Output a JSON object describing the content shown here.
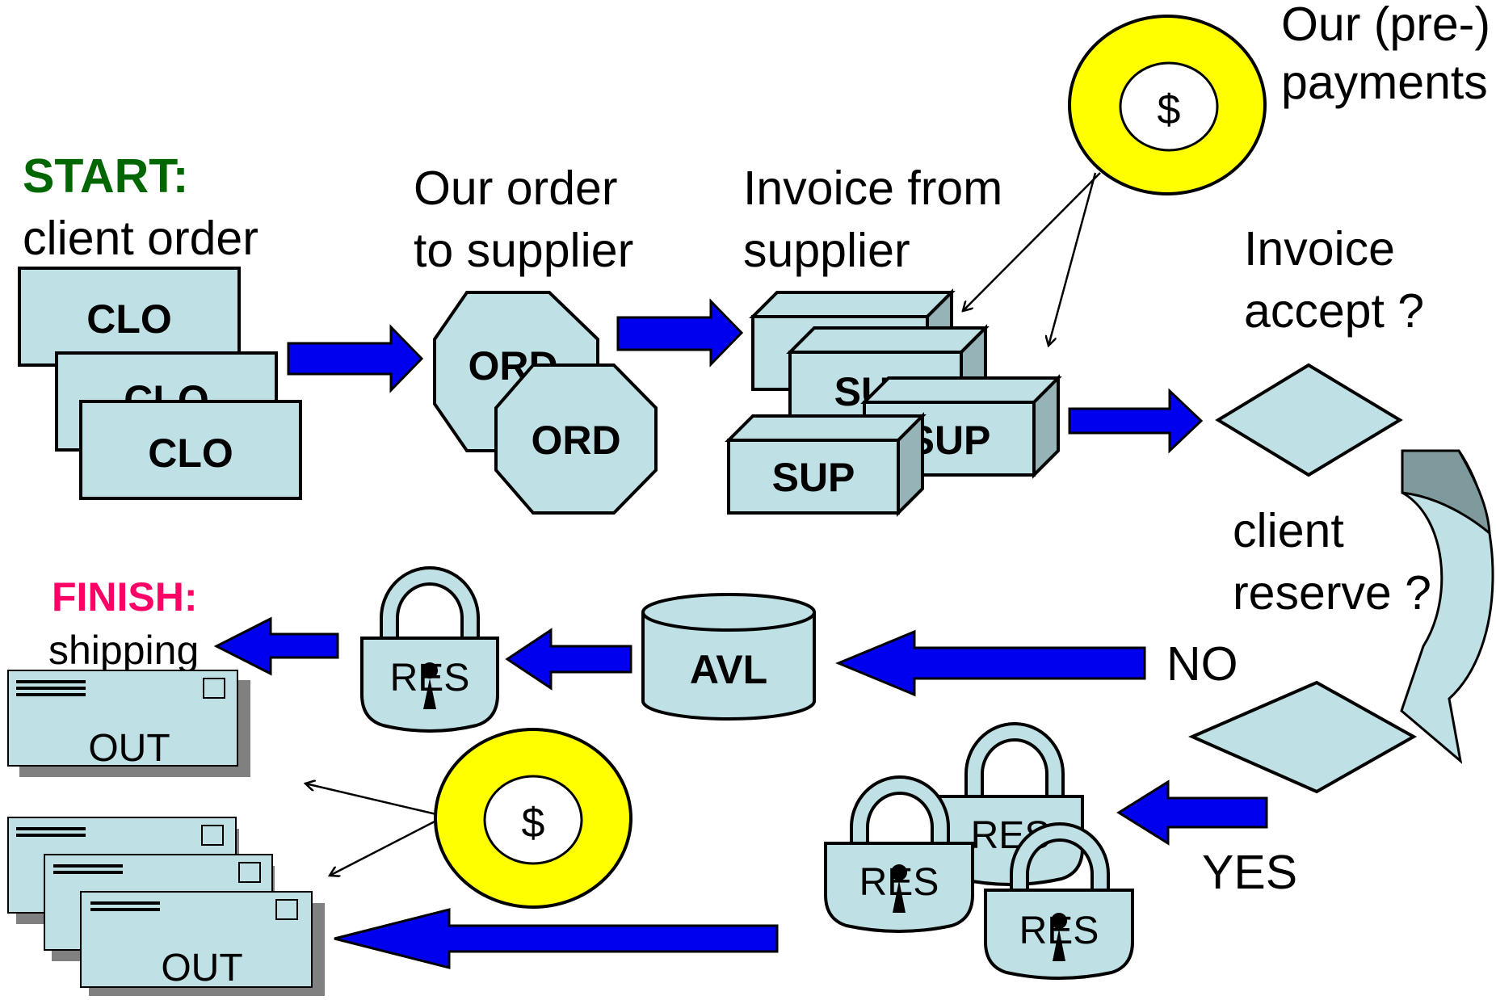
{
  "colors": {
    "box_fill": "#bfe0e4",
    "arrow_fill": "#0000ee",
    "coin_ring": "#ffff00",
    "start_green": "#006600",
    "finish_pink": "#ff0066"
  },
  "labels": {
    "start": "START:",
    "client_order": "client order",
    "our_order_1": "Our order",
    "our_order_2": "to supplier",
    "invoice_from_1": "Invoice from",
    "invoice_from_2": "supplier",
    "prepay_1": "Our (pre-)",
    "prepay_2": "payments",
    "invoice_accept_1": "Invoice",
    "invoice_accept_2": "accept ?",
    "client_reserve_1": "client",
    "client_reserve_2": "reserve ?",
    "no": "NO",
    "yes": "YES",
    "finish": "FINISH:",
    "shipping": "shipping"
  },
  "nodes": {
    "clo": "CLO",
    "ord": "ORD",
    "sup": "SUP",
    "res": "RES",
    "avl": "AVL",
    "out": "OUT",
    "dollar": "$"
  }
}
